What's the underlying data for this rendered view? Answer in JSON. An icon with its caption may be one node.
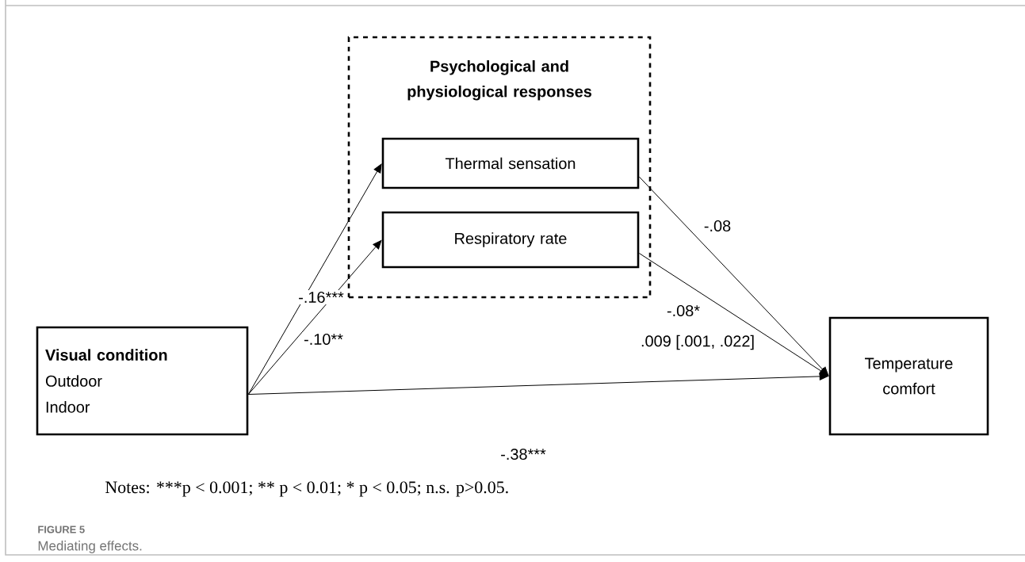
{
  "diagram": {
    "title": "FIGURE 5",
    "caption": "Mediating effects.",
    "nodes": [
      {
        "text": [
          "Psychological and physiological responses"
        ]
      },
      {
        "text": [
          "Thermal sensation"
        ],
        "in": 0
      },
      {
        "text": [
          "Respiratory rate"
        ],
        "in": 0
      },
      {
        "text": [
          "Visual condition",
          "Outdoor",
          "Indoor"
        ]
      },
      {
        "text": [
          "Temperature comfort"
        ]
      }
    ],
    "edges": [
      {
        "from": 3,
        "to": 1,
        "arrow": "to",
        "label": "-.16***"
      },
      {
        "from": 3,
        "to": 2,
        "arrow": "to",
        "label": "-.10**"
      },
      {
        "from": 1,
        "to": 4,
        "arrow": "to",
        "label": "-.08"
      },
      {
        "from": 2,
        "to": 4,
        "arrow": "to",
        "label": "-.08*"
      },
      {
        "from": 3,
        "to": 4,
        "arrow": "to",
        "label": "-.38***"
      }
    ],
    "labels": [
      ".009 [.001, .022]",
      "Notes: ***p < 0.001; ** p < 0.01; * p < 0.05; n.s. p>0.05."
    ]
  }
}
